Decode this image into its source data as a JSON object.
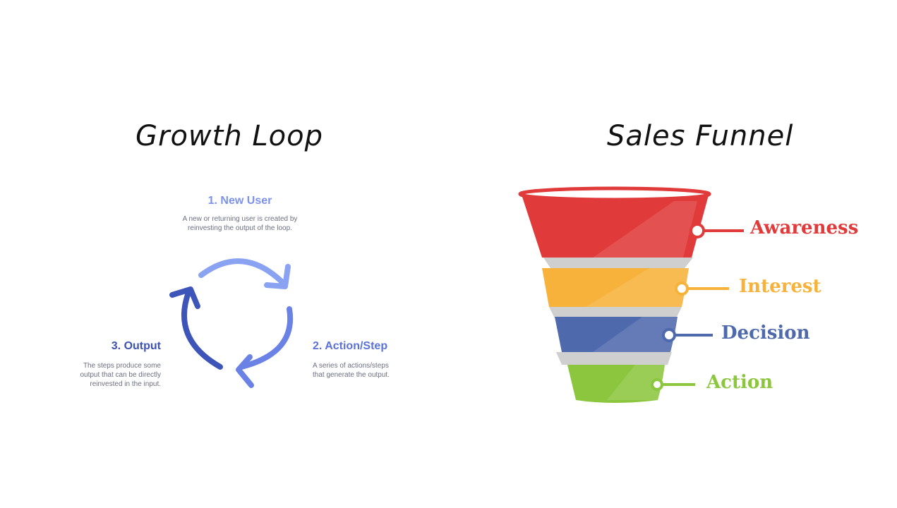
{
  "growth_loop": {
    "title": "Growth Loop",
    "steps": [
      {
        "heading": "1. New User",
        "description": "A new or returning user is created by\nreinvesting the output of the loop."
      },
      {
        "heading": "2. Action/Step",
        "description": "A series of actions/steps\nthat generate the output."
      },
      {
        "heading": "3. Output",
        "description": "The steps produce some\noutput that can be directly\nreinvested in the input."
      }
    ],
    "arrow_colors": [
      "#8aa2f2",
      "#6a82e6",
      "#3d55b8"
    ]
  },
  "sales_funnel": {
    "title": "Sales Funnel",
    "stages": [
      {
        "label": "Awareness",
        "color": "#e03a3a"
      },
      {
        "label": "Interest",
        "color": "#f6b23a"
      },
      {
        "label": "Decision",
        "color": "#4f69ad"
      },
      {
        "label": "Action",
        "color": "#8cc63f"
      }
    ]
  }
}
